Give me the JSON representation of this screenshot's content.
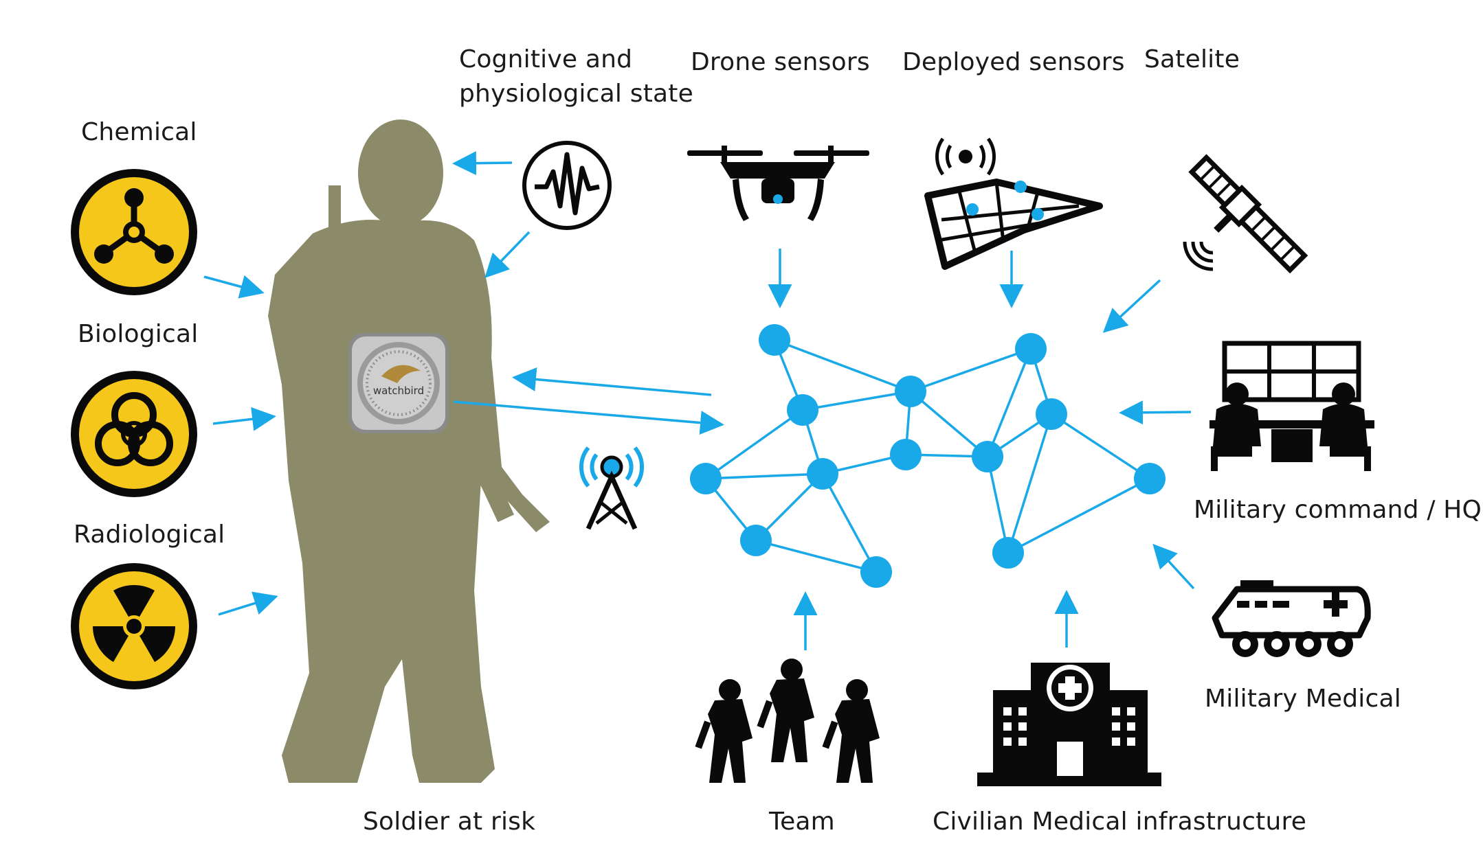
{
  "labels": {
    "chemical": "Chemical",
    "biological": "Biological",
    "radiological": "Radiological",
    "cognitive_line1": "Cognitive and",
    "cognitive_line2": "physiological state",
    "drone": "Drone sensors",
    "deployed": "Deployed sensors",
    "satellite": "Satelite",
    "command": "Military command / HQ",
    "military_medical": "Military Medical",
    "soldier": "Soldier at risk",
    "team": "Team",
    "civilian": "Civilian Medical infrastructure"
  },
  "device": {
    "brand": "watchbird"
  },
  "colors": {
    "silhouette": "#8c8b69",
    "network": "#19a9e8",
    "hazard_yellow": "#f5c71a",
    "icon_black": "#0a0a0a"
  },
  "icons": [
    "chemical-hazard-icon",
    "biohazard-icon",
    "radiation-hazard-icon",
    "heartbeat-wave-icon",
    "drone-icon",
    "sensor-map-icon",
    "satellite-icon",
    "command-center-icon",
    "armored-ambulance-icon",
    "radio-tower-icon",
    "soldier-team-icon",
    "hospital-icon",
    "soldier-silhouette-icon",
    "watchbird-device-icon"
  ]
}
